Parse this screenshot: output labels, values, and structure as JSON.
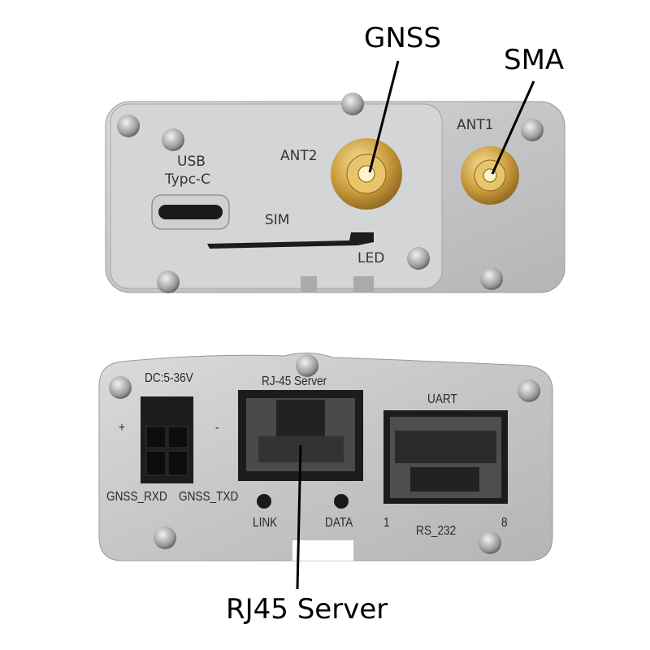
{
  "callouts": {
    "gnss": "GNSS",
    "sma": "SMA",
    "rj45": "RJ45 Server"
  },
  "top_panel": {
    "usb_label_1": "USB",
    "usb_label_2": "Typc-C",
    "ant2": "ANT2",
    "ant1": "ANT1",
    "sim": "SIM",
    "led": "LED"
  },
  "bottom_panel": {
    "dc": "DC:5-36V",
    "plus": "+",
    "minus": "-",
    "gnss_rxd": "GNSS_RXD",
    "gnss_txd": "GNSS_TXD",
    "rj45_server": "RJ-45 Server",
    "link": "LINK",
    "data": "DATA",
    "uart": "UART",
    "pin1": "1",
    "rs232": "RS_232",
    "pin8": "8"
  },
  "colors": {
    "metal": "#c9cbcc",
    "gold": "#c9a24a",
    "port": "#1c1c1c"
  }
}
